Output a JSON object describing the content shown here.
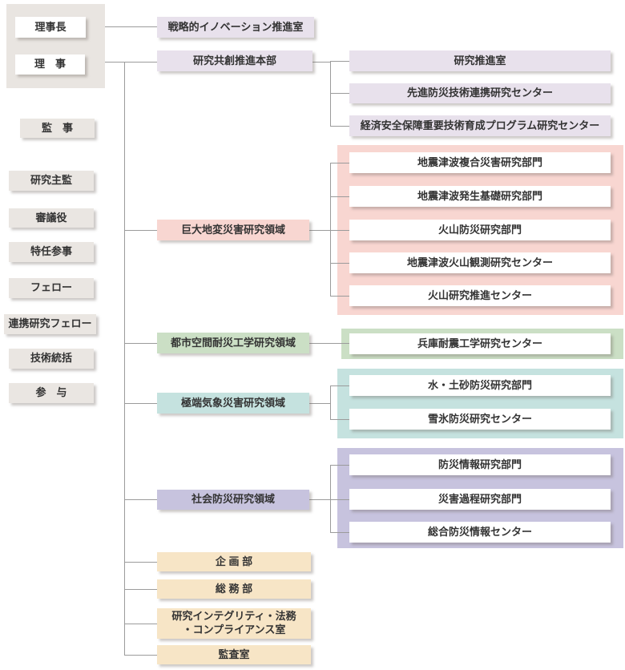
{
  "org": {
    "president": "理事長",
    "director": "理　事",
    "officers": [
      "監　事",
      "研究主監",
      "審議役",
      "特任参事",
      "フェロー",
      "連携研究フェロー",
      "技術統括",
      "参　与"
    ],
    "strategic_office": "戦略的イノベーション推進室",
    "hq": {
      "label": "研究共創推進本部",
      "children": [
        "研究推進室",
        "先進防災技術連携研究センター",
        "経済安全保障重要技術育成プログラム研究センター"
      ]
    },
    "divisions": [
      {
        "label": "巨大地変災害研究領域",
        "children": [
          "地震津波複合災害研究部門",
          "地震津波発生基礎研究部門",
          "火山防災研究部門",
          "地震津波火山観測研究センター",
          "火山研究推進センター"
        ]
      },
      {
        "label": "都市空間耐災工学研究領域",
        "children": [
          "兵庫耐震工学研究センター"
        ]
      },
      {
        "label": "極端気象災害研究領域",
        "children": [
          "水・土砂防災研究部門",
          "雪氷防災研究センター"
        ]
      },
      {
        "label": "社会防災研究領域",
        "children": [
          "防災情報研究部門",
          "災害過程研究部門",
          "総合防災情報センター"
        ]
      }
    ],
    "admin": [
      "企 画 部",
      "総 務 部",
      "研究インテグリティ・法務\n・コンプライアンス室",
      "監査室"
    ]
  },
  "palette": {
    "background": "#ffffff",
    "line": "#9b9b9b",
    "executive_panel": "#e9e5e1",
    "officer_box": "#eae6e2",
    "lavender": "#e8e1ec",
    "pink": "#f8d6d1",
    "green": "#cbdfc5",
    "teal": "#c5e2df",
    "purple": "#c7c3de",
    "tan": "#f7e5c6",
    "text": "#333333"
  }
}
